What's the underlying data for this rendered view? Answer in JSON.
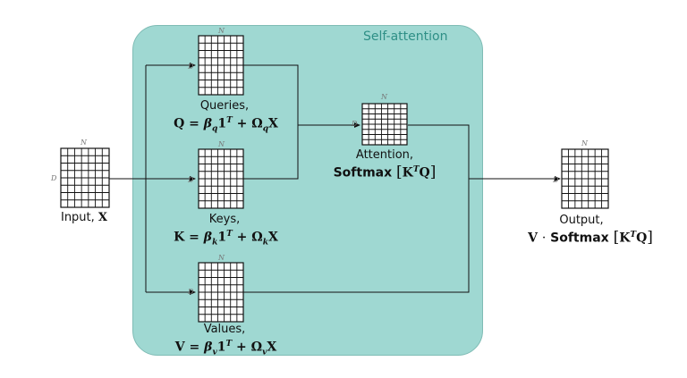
{
  "panel": {
    "title": "Self-attention",
    "fill": "#9fd8d2",
    "title_color": "#2e8f86"
  },
  "dims": {
    "rows": "D",
    "cols": "N"
  },
  "grid": {
    "rows": 8,
    "cols": 7
  },
  "matrices": {
    "input": {
      "label": "Input, ",
      "symbol": "X"
    },
    "queries": {
      "label": "Queries,",
      "eq_lhs": "Q",
      "sub": "q"
    },
    "keys": {
      "label": "Keys,",
      "eq_lhs": "K",
      "sub": "k"
    },
    "values": {
      "label": "Values,",
      "eq_lhs": "V",
      "sub": "v"
    },
    "attention": {
      "label": "Attention,",
      "softmax": "Softmax"
    },
    "output": {
      "label": "Output,",
      "lhs": "V",
      "dot": "·",
      "softmax": "Softmax"
    }
  },
  "eq_parts": {
    "beta": "β",
    "one": "1",
    "T": "T",
    "plus": "+",
    "omega": "Ω",
    "X": "X",
    "eq": "=",
    "K": "K",
    "Q": "Q",
    "lb": "[",
    "rb": "]"
  }
}
